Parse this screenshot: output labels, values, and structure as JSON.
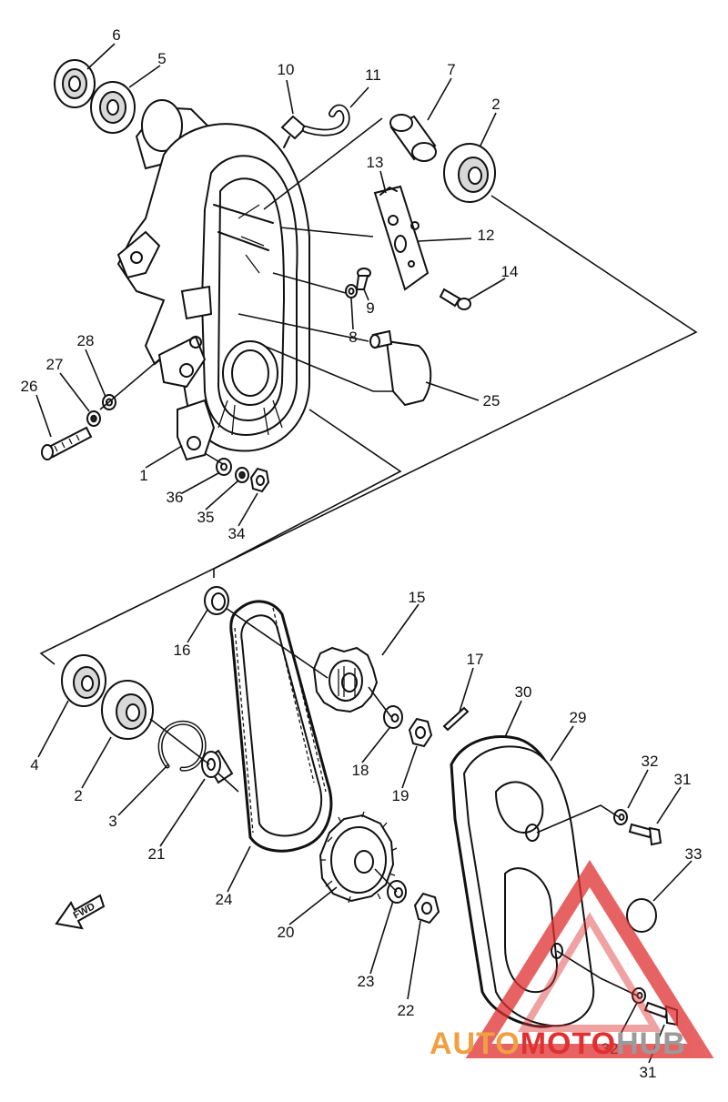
{
  "labels": {
    "p1": "1",
    "p2a": "2",
    "p2b": "2",
    "p3": "3",
    "p4": "4",
    "p5": "5",
    "p6": "6",
    "p7": "7",
    "p8": "8",
    "p9": "9",
    "p10": "10",
    "p11": "11",
    "p12": "12",
    "p13": "13",
    "p14": "14",
    "p15": "15",
    "p16": "16",
    "p17": "17",
    "p18": "18",
    "p19": "19",
    "p20": "20",
    "p21": "21",
    "p22": "22",
    "p23": "23",
    "p24": "24",
    "p25": "25",
    "p26": "26",
    "p27": "27",
    "p28": "28",
    "p29": "29",
    "p30": "30",
    "p31a": "31",
    "p31b": "31",
    "p32a": "32",
    "p32b": "32",
    "p33": "33",
    "p34": "34",
    "p35": "35",
    "p36": "36"
  },
  "fwd_arrow": "FWD",
  "watermark": {
    "brand_part1": "AUTO",
    "brand_part2": "MOTO",
    "brand_part3": "HUB",
    "color_orange": "#f0a040",
    "color_red": "#e03030",
    "color_gray": "#9a9a9a"
  }
}
